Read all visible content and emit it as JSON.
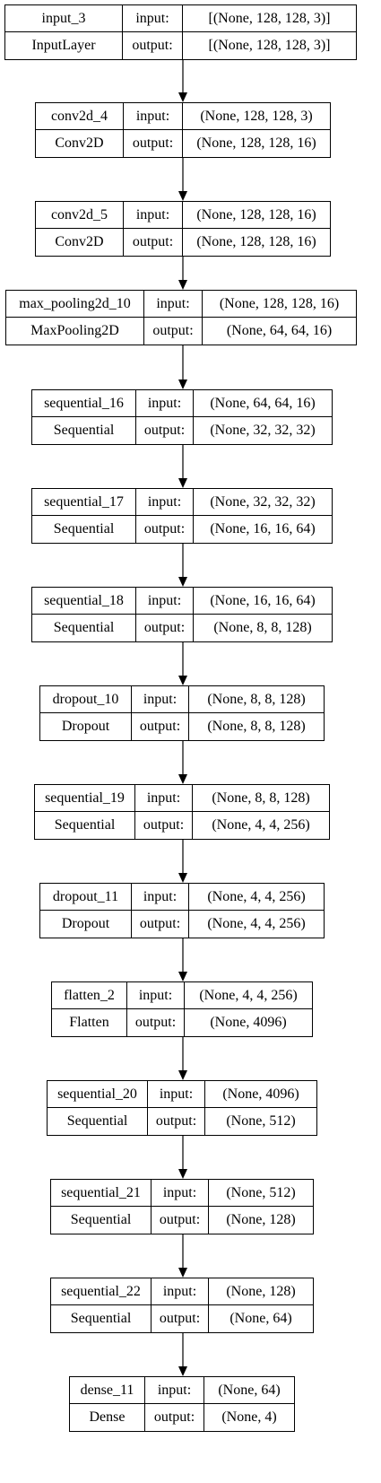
{
  "port_labels": {
    "input": "input:",
    "output": "output:"
  },
  "layers": [
    {
      "name": "input_3",
      "type": "InputLayer",
      "input": "[(None, 128, 128, 3)]",
      "output": "[(None, 128, 128, 3)]"
    },
    {
      "name": "conv2d_4",
      "type": "Conv2D",
      "input": "(None, 128, 128, 3)",
      "output": "(None, 128, 128, 16)"
    },
    {
      "name": "conv2d_5",
      "type": "Conv2D",
      "input": "(None, 128, 128, 16)",
      "output": "(None, 128, 128, 16)"
    },
    {
      "name": "max_pooling2d_10",
      "type": "MaxPooling2D",
      "input": "(None, 128, 128, 16)",
      "output": "(None, 64, 64, 16)"
    },
    {
      "name": "sequential_16",
      "type": "Sequential",
      "input": "(None, 64, 64, 16)",
      "output": "(None, 32, 32, 32)"
    },
    {
      "name": "sequential_17",
      "type": "Sequential",
      "input": "(None, 32, 32, 32)",
      "output": "(None, 16, 16, 64)"
    },
    {
      "name": "sequential_18",
      "type": "Sequential",
      "input": "(None, 16, 16, 64)",
      "output": "(None, 8, 8, 128)"
    },
    {
      "name": "dropout_10",
      "type": "Dropout",
      "input": "(None, 8, 8, 128)",
      "output": "(None, 8, 8, 128)"
    },
    {
      "name": "sequential_19",
      "type": "Sequential",
      "input": "(None, 8, 8, 128)",
      "output": "(None, 4, 4, 256)"
    },
    {
      "name": "dropout_11",
      "type": "Dropout",
      "input": "(None, 4, 4, 256)",
      "output": "(None, 4, 4, 256)"
    },
    {
      "name": "flatten_2",
      "type": "Flatten",
      "input": "(None, 4, 4, 256)",
      "output": "(None, 4096)"
    },
    {
      "name": "sequential_20",
      "type": "Sequential",
      "input": "(None, 4096)",
      "output": "(None, 512)"
    },
    {
      "name": "sequential_21",
      "type": "Sequential",
      "input": "(None, 512)",
      "output": "(None, 128)"
    },
    {
      "name": "sequential_22",
      "type": "Sequential",
      "input": "(None, 128)",
      "output": "(None, 64)"
    },
    {
      "name": "dense_11",
      "type": "Dense",
      "input": "(None, 64)",
      "output": "(None, 4)"
    }
  ]
}
